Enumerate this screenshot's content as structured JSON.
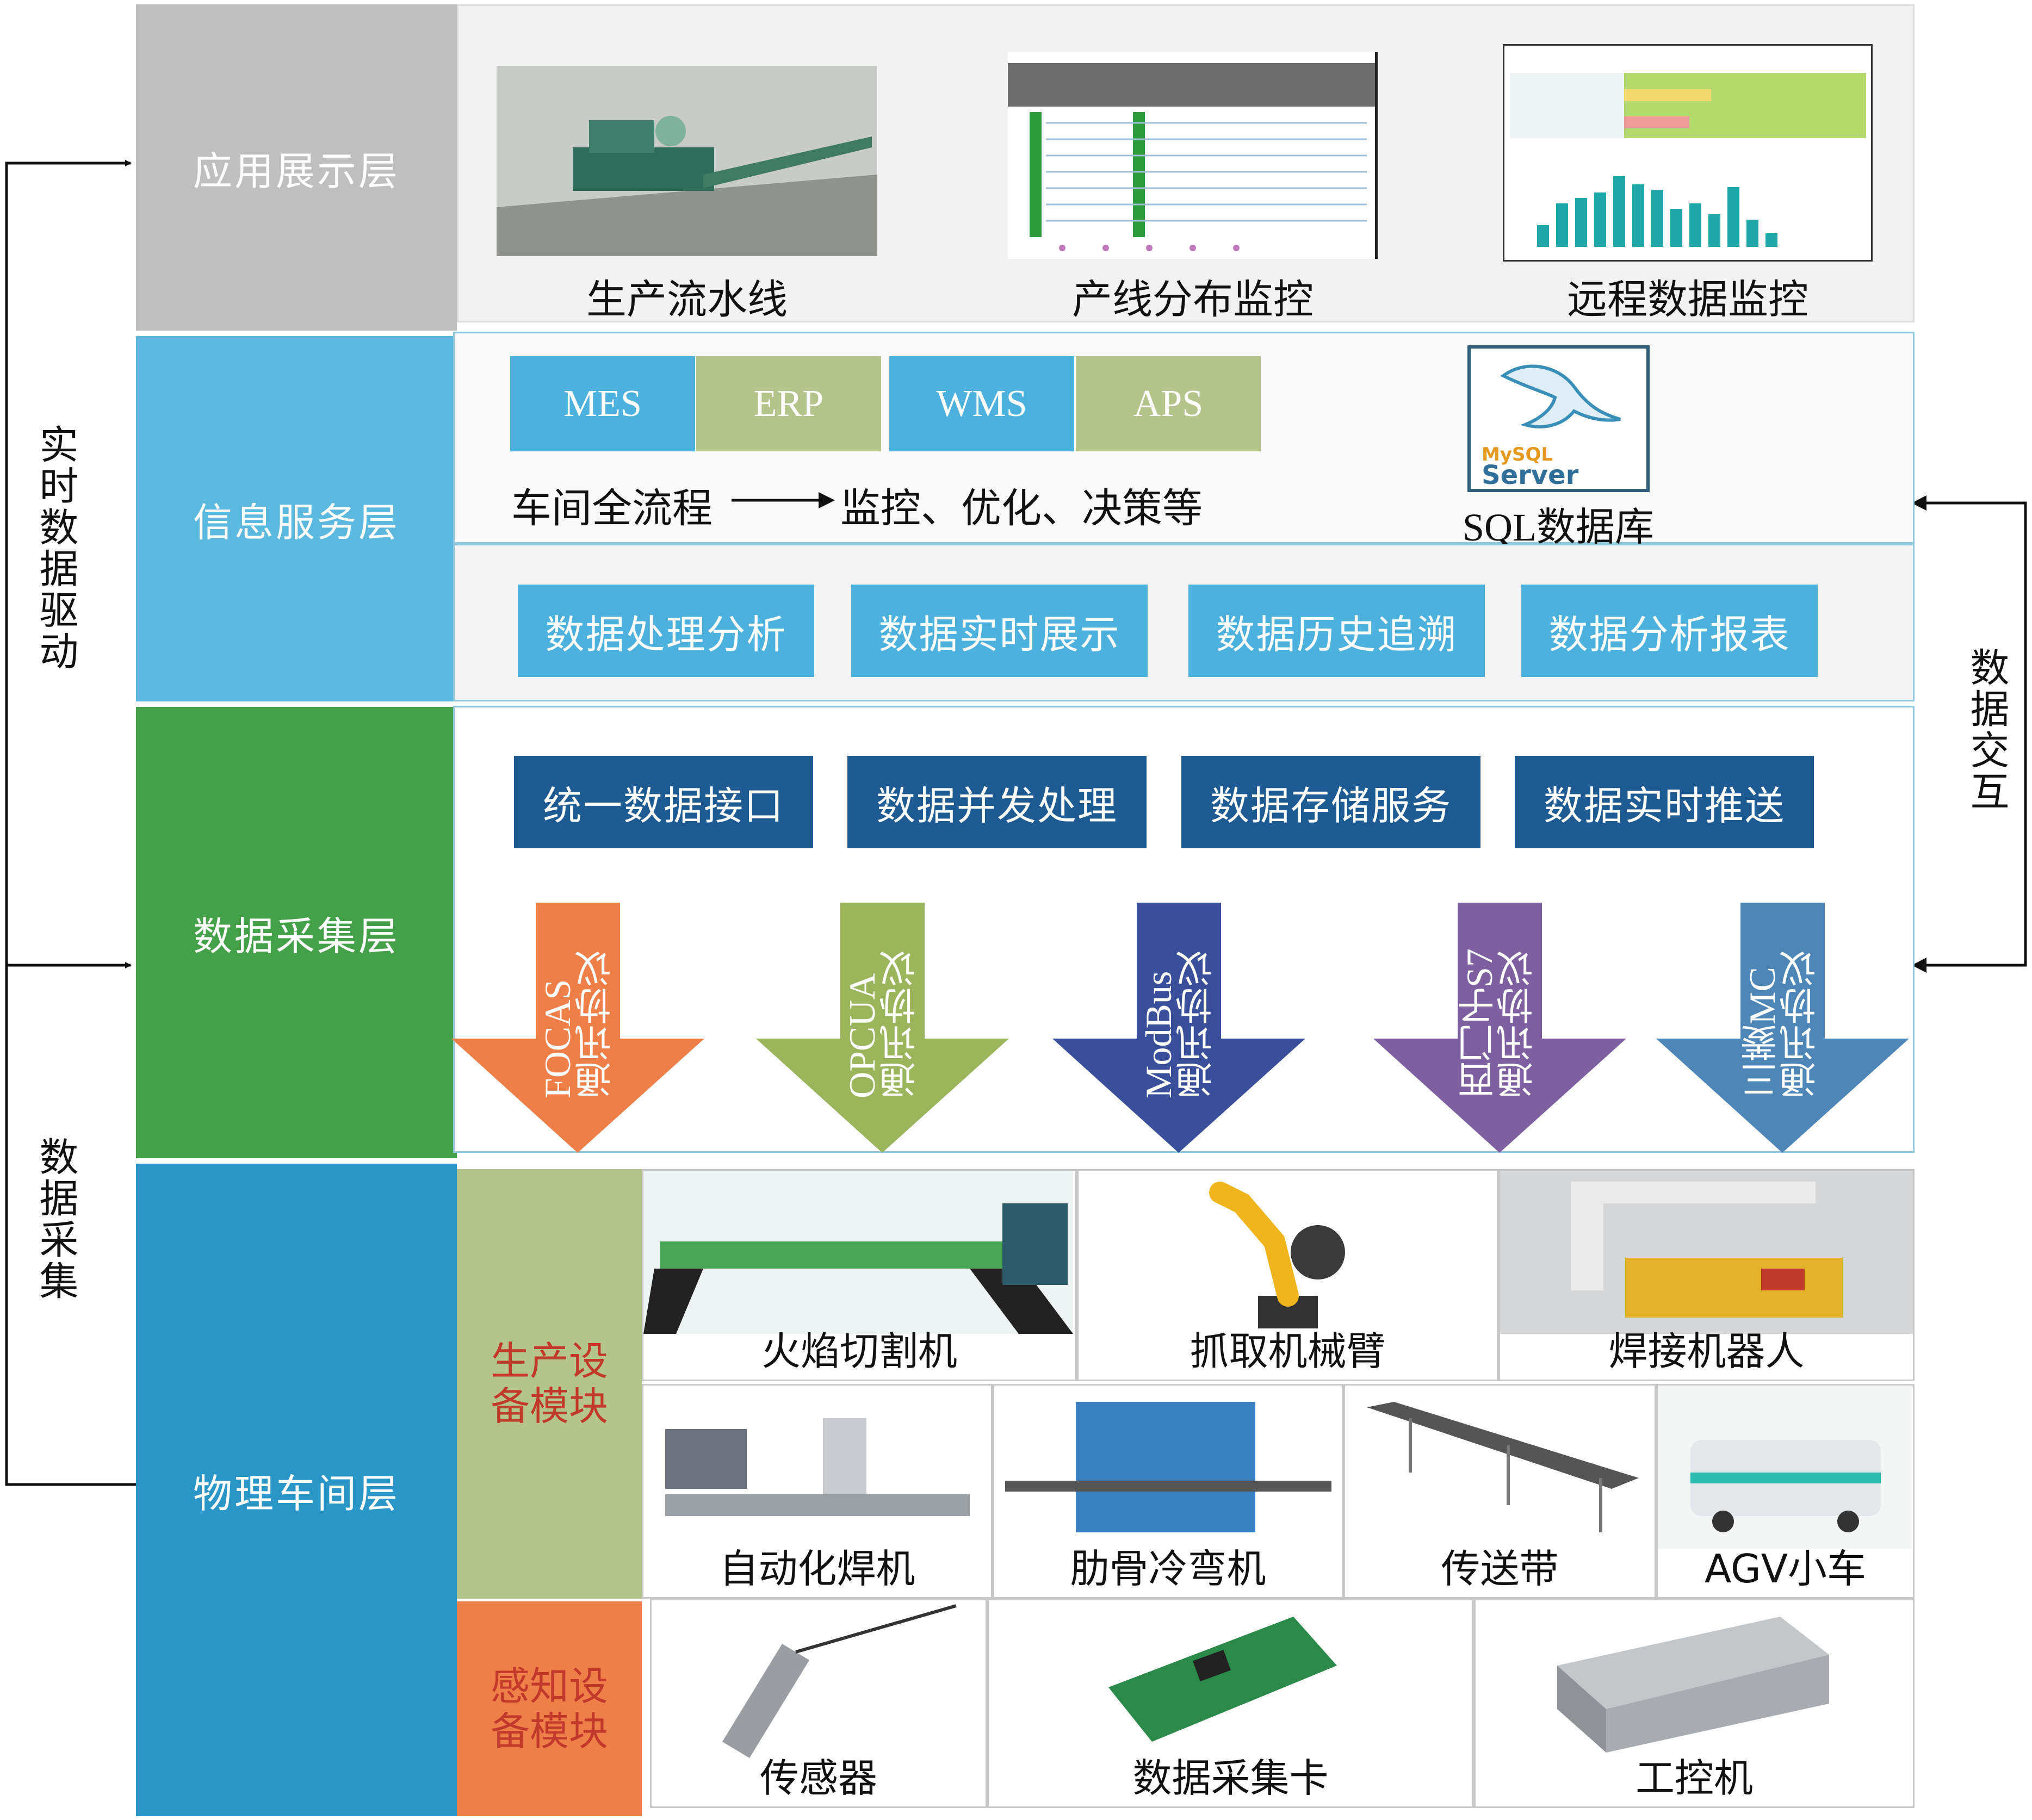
{
  "left_axis": {
    "top": "实时数据驱动",
    "bottom": "数据采集"
  },
  "right_axis": "数据交互",
  "layers": {
    "application": {
      "label": "应用展示层",
      "color": "#bfbfbf",
      "items": [
        "生产流水线",
        "产线分布监控",
        "远程数据监控"
      ]
    },
    "information": {
      "label": "信息服务层",
      "color": "#5bb8df",
      "systems": [
        {
          "name": "MES",
          "color": "#4cb1dd"
        },
        {
          "name": "ERP",
          "color": "#b5c48a"
        },
        {
          "name": "WMS",
          "color": "#4cb1dd"
        },
        {
          "name": "APS",
          "color": "#b5c48a"
        }
      ],
      "flow_from": "车间全流程",
      "flow_to": "监控、优化、决策等",
      "db_label": "SQL数据库",
      "db_logo_top": "MySQL",
      "db_logo_bottom": "Server",
      "services": [
        "数据处理分析",
        "数据实时展示",
        "数据历史追溯",
        "数据分析报表"
      ]
    },
    "acquisition": {
      "label": "数据采集层",
      "color": "#44a049",
      "services": [
        "统一数据接口",
        "数据并发处理",
        "数据存储服务",
        "数据实时推送"
      ],
      "protocols": [
        {
          "name": "FOCAS",
          "suffix": "通讯协议",
          "color": "#ee7f49"
        },
        {
          "name": "OPCUA",
          "suffix": "通讯协议",
          "color": "#9ab55c"
        },
        {
          "name": "ModBus",
          "suffix": "通讯协议",
          "color": "#3a4f9a"
        },
        {
          "name": "西门子S7",
          "suffix": "通讯协议",
          "color": "#7e60a0"
        },
        {
          "name": "三菱MC",
          "suffix": "通讯协议",
          "color": "#4f86b8"
        }
      ]
    },
    "physical": {
      "label": "物理车间层",
      "color": "#2a96c8",
      "production_module": "生产设备模块",
      "production_row1": [
        "火焰切割机",
        "抓取机械臂",
        "焊接机器人"
      ],
      "production_row2": [
        "自动化焊机",
        "肋骨冷弯机",
        "传送带",
        "AGV小车"
      ],
      "sensing_module": "感知设备模块",
      "sensing_row": [
        "传感器",
        "数据采集卡",
        "工控机"
      ]
    }
  }
}
